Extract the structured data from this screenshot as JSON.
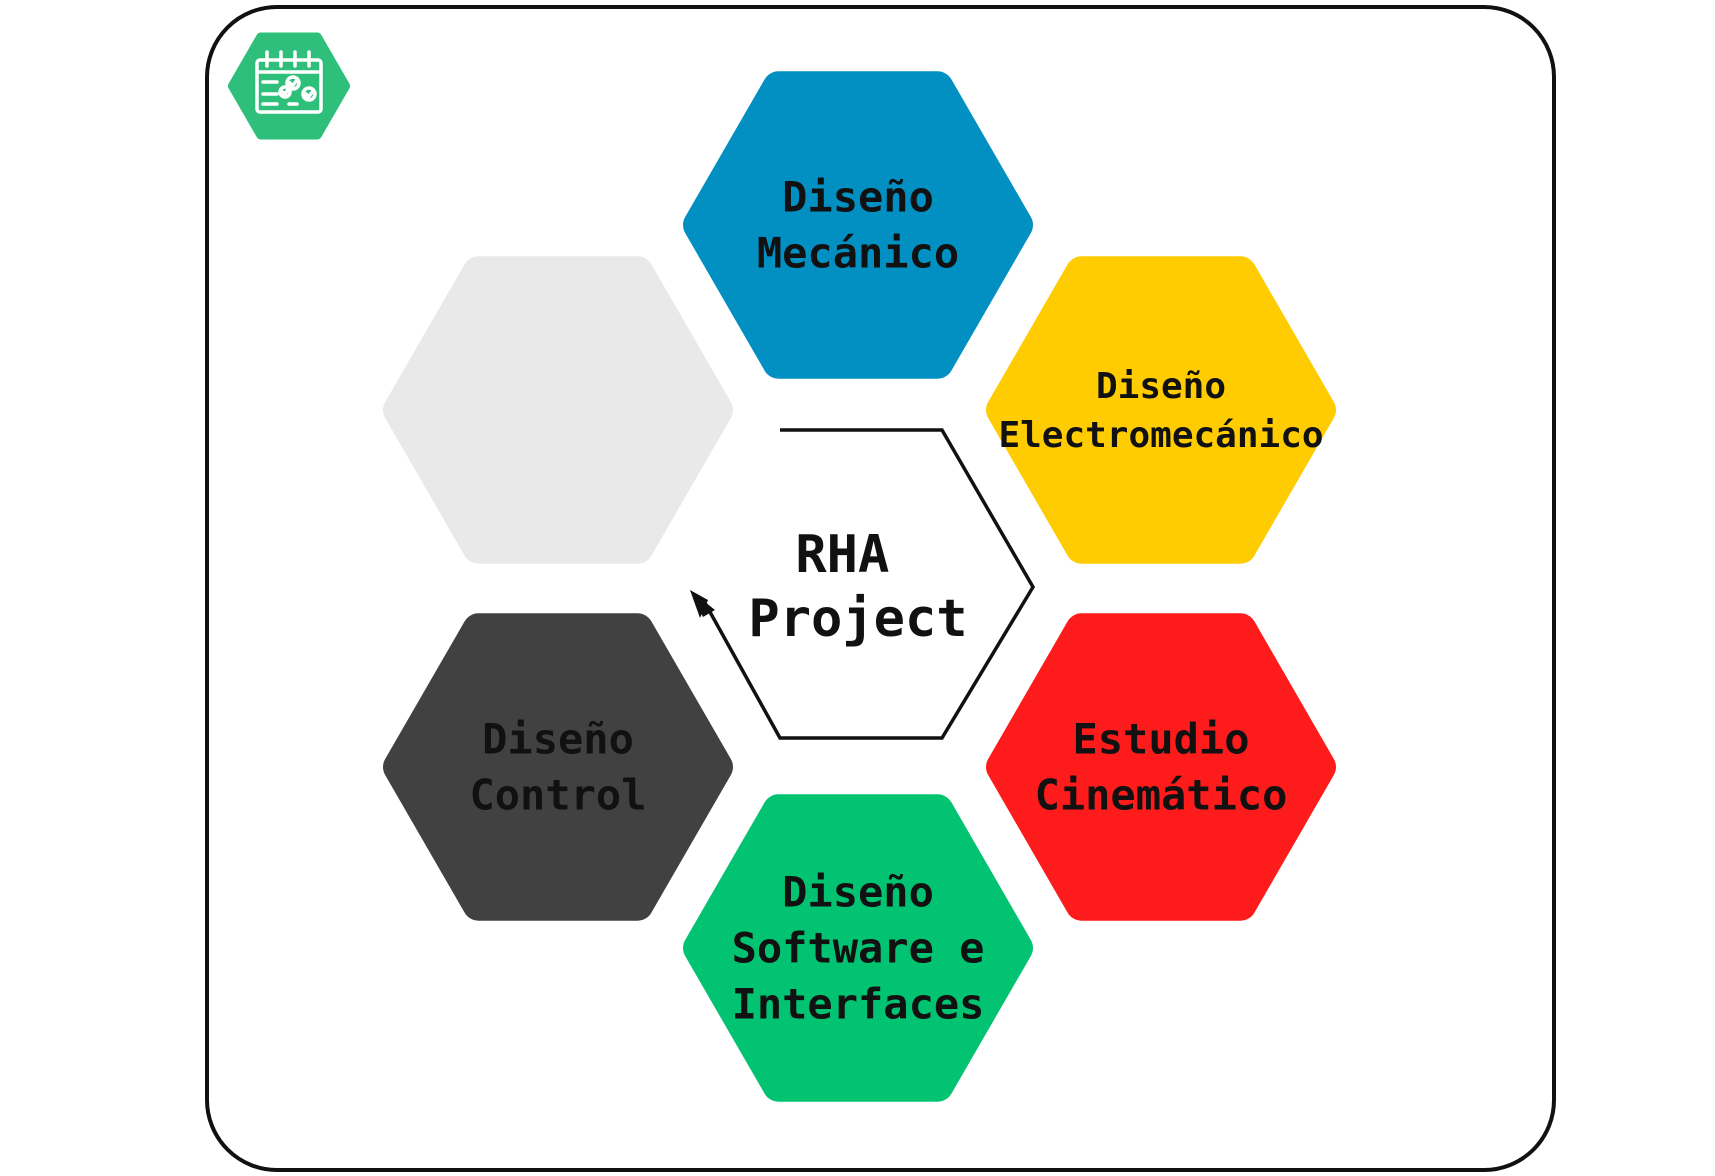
{
  "diagram": {
    "center": {
      "lines": [
        "RHA",
        "Project"
      ]
    },
    "hexagons": [
      {
        "id": "mecanico",
        "lines": [
          "Diseño",
          "Mecánico"
        ],
        "fill": "#0290C3",
        "text_color": "#111111"
      },
      {
        "id": "electromecanico",
        "lines": [
          "Diseño",
          "Electromecánico"
        ],
        "fill": "#FECC01",
        "text_color": "#111111"
      },
      {
        "id": "cinematico",
        "lines": [
          "Estudio",
          "Cinemático"
        ],
        "fill": "#FE1B1B",
        "text_color": "#111111"
      },
      {
        "id": "software",
        "lines": [
          "Diseño",
          "Software e",
          "Interfaces"
        ],
        "fill": "#02C371",
        "text_color": "#111111"
      },
      {
        "id": "control",
        "lines": [
          "Diseño",
          "Control"
        ],
        "fill": "#414141",
        "text_color": "#111111"
      },
      {
        "id": "empty",
        "lines": [],
        "fill": "#E9E9E9",
        "text_color": "#111111"
      }
    ],
    "frame_color": "#111111",
    "logo": {
      "icon": "calendar-check-icon",
      "fill": "#2EC07A"
    }
  }
}
